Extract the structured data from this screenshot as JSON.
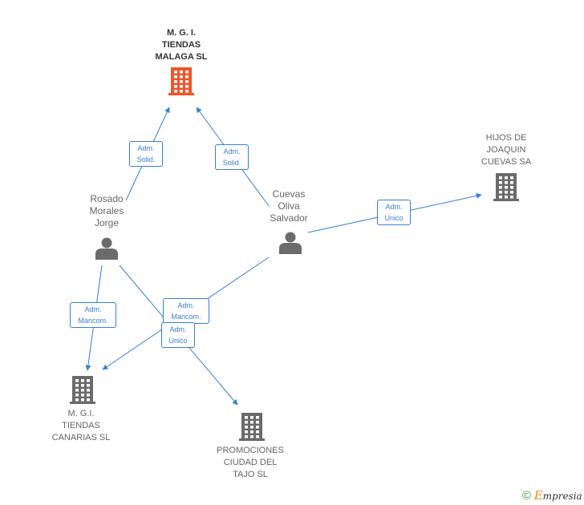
{
  "nodes": {
    "mgi_malaga": {
      "label": "M.  G. I.\nTIENDAS\nMALAGA SL",
      "type": "company",
      "color": "#f0552a"
    },
    "hijos_joaquin": {
      "label": "HIJOS DE\nJOAQUIN\nCUEVAS SA",
      "type": "company",
      "color": "#6b6b6b"
    },
    "rosado": {
      "label": "Rosado\nMorales\nJorge",
      "type": "person",
      "color": "#6b6b6b"
    },
    "cuevas": {
      "label": "Cuevas\nOliva\nSalvador",
      "type": "person",
      "color": "#6b6b6b"
    },
    "mgi_canarias": {
      "label": "M.  G.I.\nTIENDAS\nCANARIAS  SL",
      "type": "company",
      "color": "#6b6b6b"
    },
    "promociones": {
      "label": "PROMOCIONES\nCIUDAD DEL\nTAJO SL",
      "type": "company",
      "color": "#6b6b6b"
    }
  },
  "edges": [
    {
      "from": "rosado",
      "to": "mgi_malaga",
      "label": "Adm.\nSolid."
    },
    {
      "from": "cuevas",
      "to": "mgi_malaga",
      "label": "Adm.\nSolid."
    },
    {
      "from": "cuevas",
      "to": "hijos_joaquin",
      "label": "Adm.\nUnico"
    },
    {
      "from": "rosado",
      "to": "mgi_canarias",
      "label": "Adm.\nMancom."
    },
    {
      "from": "cuevas",
      "to": "mgi_canarias",
      "label": "Adm.\nMancom."
    },
    {
      "from": "rosado",
      "to": "promociones",
      "label": "Adm.\nUnico"
    }
  ],
  "colors": {
    "edge": "#3a7ed0",
    "icon": "#6b6b6b",
    "highlight": "#f0552a"
  },
  "footer": {
    "copyright": "©",
    "brand_first": "E",
    "brand_rest": "mpresia"
  }
}
